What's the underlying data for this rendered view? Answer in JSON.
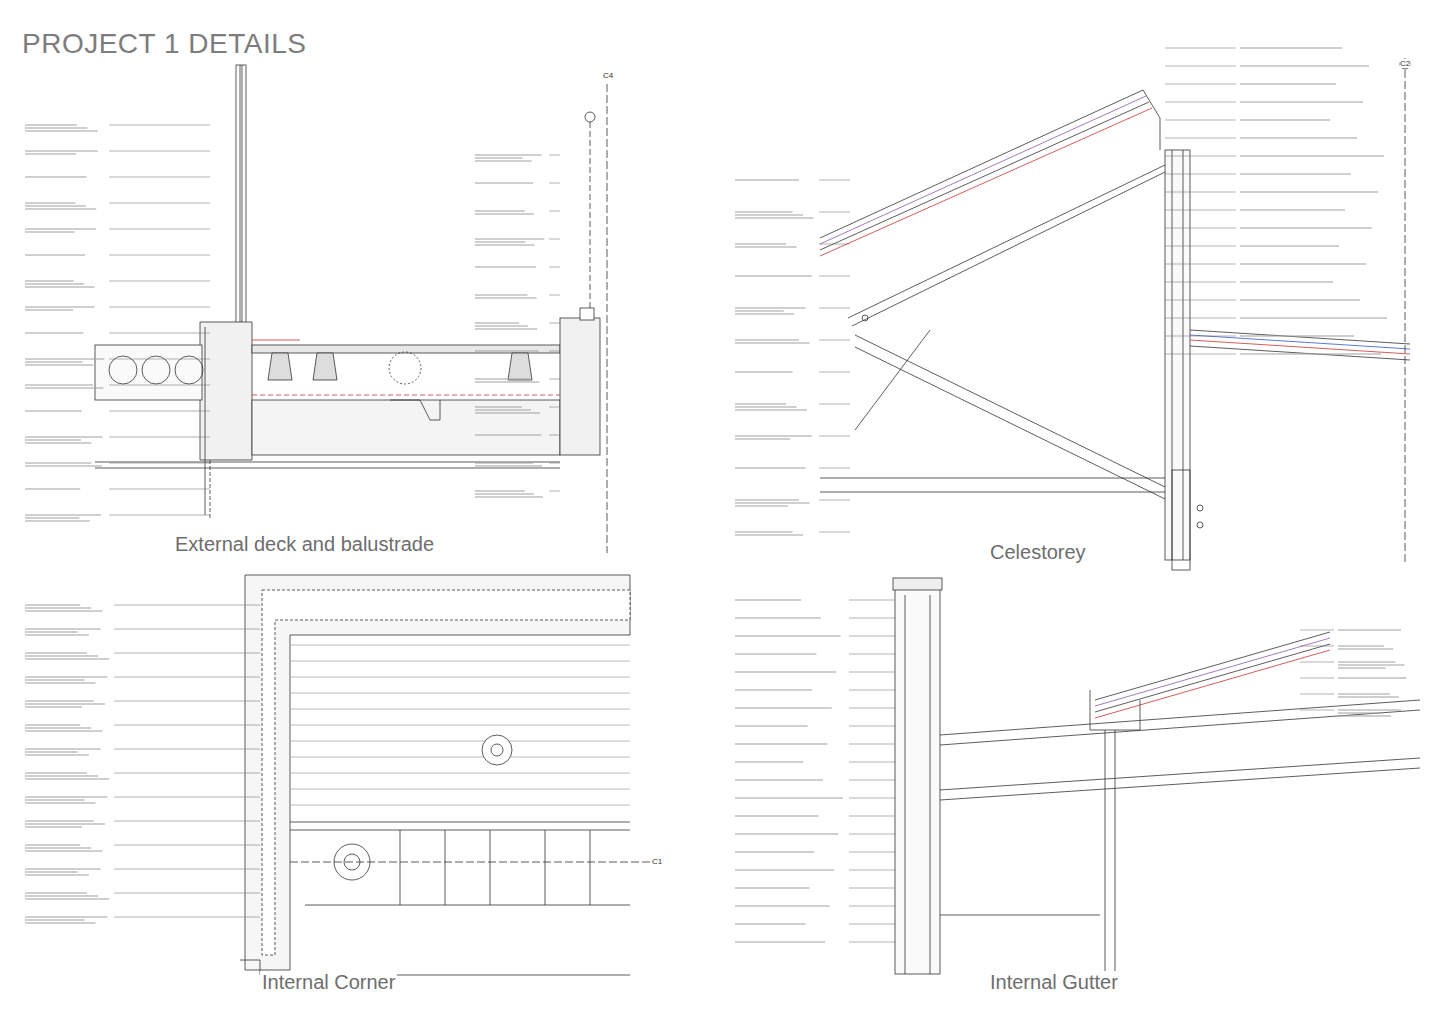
{
  "diagram": {
    "title": "PROJECT 1 DETAILS",
    "labels": [
      "External deck and balustrade",
      "Celestorey",
      "Internal Corner",
      "Internal Gutter",
      "C4",
      "C2",
      "C1"
    ]
  }
}
